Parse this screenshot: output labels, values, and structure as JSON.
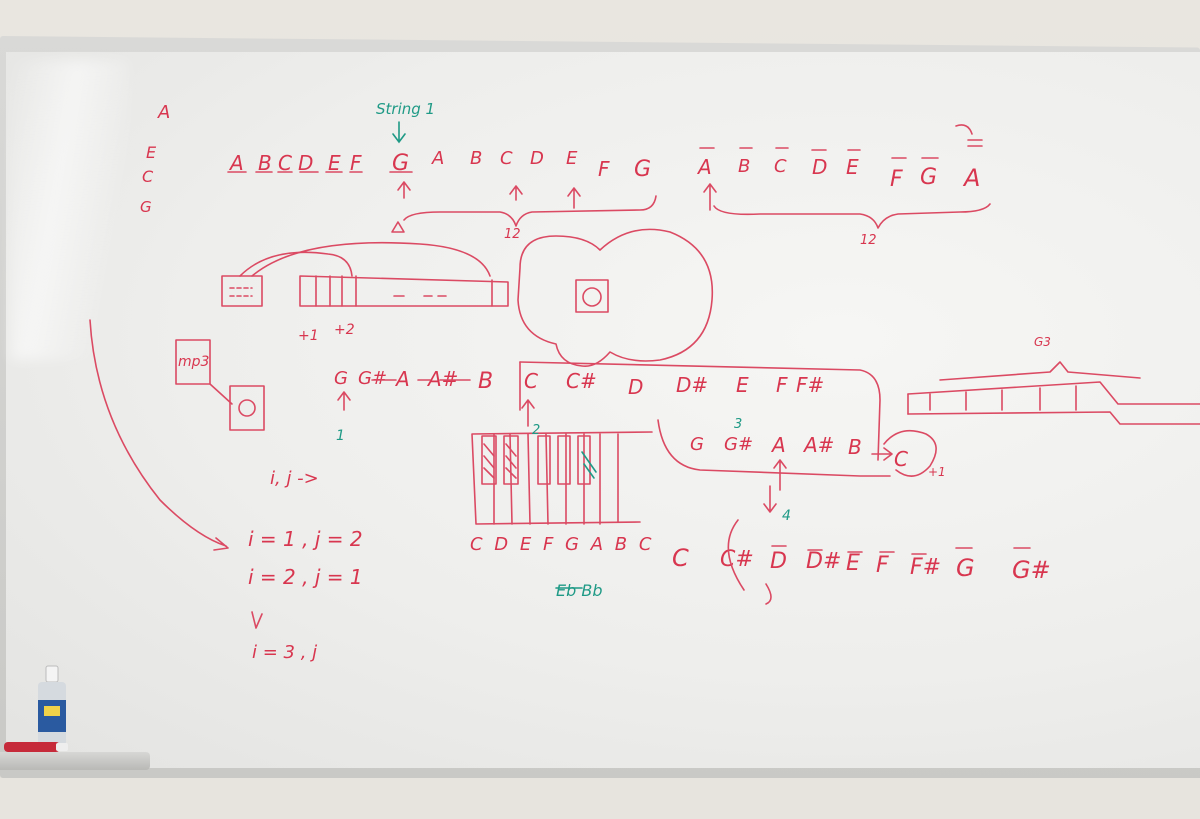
{
  "top_row": {
    "left_column": [
      "A",
      "E",
      "C",
      "G"
    ],
    "string_label": "String 1",
    "notes": [
      "A",
      "B",
      "C",
      "D",
      "E",
      "F",
      "G",
      "A",
      "B",
      "C",
      "D",
      "E",
      "F",
      "G",
      "A",
      "B",
      "C",
      "D",
      "E",
      "F",
      "G",
      "A"
    ],
    "brace_label_1": "12",
    "brace_label_2": "12"
  },
  "device_labels": {
    "mp3": "mp3",
    "fret_1": "+1",
    "fret_2": "+2",
    "ga_mark": "G3"
  },
  "chromatic_row": {
    "notes": [
      "G",
      "G#",
      "A",
      "A#",
      "B",
      "C",
      "C#",
      "D",
      "D#",
      "E",
      "F",
      "F#"
    ],
    "under_marker_1": "1",
    "marker_3": "3"
  },
  "second_row": {
    "notes": [
      "G",
      "G#",
      "A",
      "A#",
      "B",
      "C"
    ],
    "marker_4": "4",
    "plus_one": "+1"
  },
  "keyboard": {
    "marker_2": "2",
    "key_labels": "C D E F G A B C",
    "flat_labels": "Eb  Bb"
  },
  "bottom_row": {
    "notes": [
      "C",
      "C#",
      "D",
      "D#",
      "E",
      "F",
      "F#",
      "G",
      "G#"
    ]
  },
  "indices": {
    "header": "i, j ->",
    "line_1": "i = 1 , j = 2",
    "line_2": "i = 2 , j = 1",
    "line_3": "i = 3 , j"
  },
  "colors": {
    "red_ink": "#d8364f",
    "teal_ink": "#1f9a86",
    "board": "#f2f2f0"
  }
}
